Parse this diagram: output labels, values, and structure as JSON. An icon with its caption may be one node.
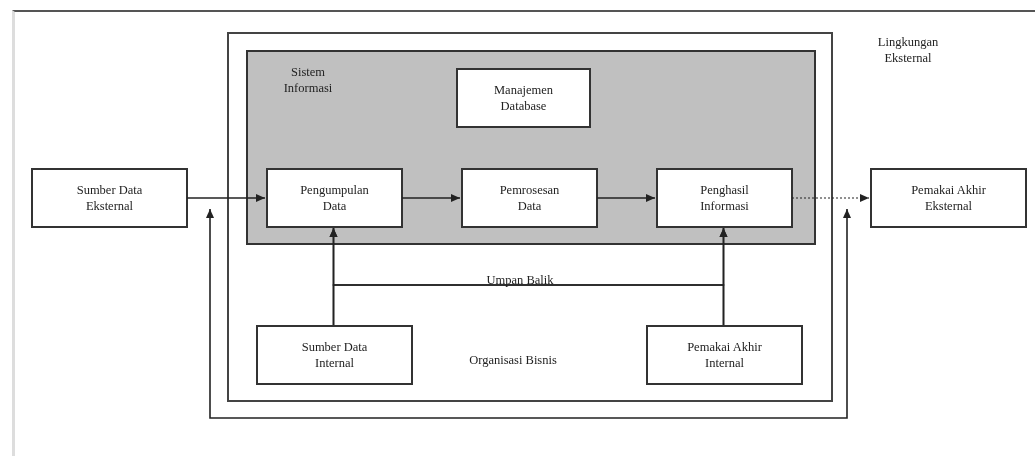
{
  "diagram": {
    "nodes": [
      {
        "text": [
          "Lingkungan Eksternal"
        ]
      },
      {
        "text": [
          "Organisasi Bisnis"
        ],
        "in": 0
      },
      {
        "text": [
          "Sistem Informasi"
        ],
        "in": 1
      },
      {
        "text": [
          "Manajemen Database"
        ],
        "in": 2
      },
      {
        "text": [
          "Pengumpulan Data"
        ],
        "in": 2
      },
      {
        "text": [
          "Pemrosesan Data"
        ],
        "in": 2
      },
      {
        "text": [
          "Penghasil Informasi"
        ],
        "in": 2
      },
      {
        "text": [
          "Sumber Data Eksternal"
        ],
        "in": 0
      },
      {
        "text": [
          "Pemakai Akhir Eksternal"
        ],
        "in": 0
      },
      {
        "text": [
          "Sumber Data Internal"
        ],
        "in": 1
      },
      {
        "text": [
          "Pemakai Akhir Internal"
        ],
        "in": 1
      }
    ],
    "edges": [
      {
        "from": 7,
        "to": 4,
        "arrow": "to"
      },
      {
        "from": 4,
        "to": 5,
        "arrow": "to"
      },
      {
        "from": 5,
        "to": 6,
        "arrow": "to"
      },
      {
        "from": 6,
        "to": 8,
        "arrow": "to",
        "style": "dashed"
      },
      {
        "from": 9,
        "to": 4,
        "arrow": "to"
      },
      {
        "from": 9,
        "to": 6,
        "arrow": "to"
      },
      {
        "from": 10,
        "to": 4,
        "arrow": "to"
      },
      {
        "from": 10,
        "to": 6,
        "arrow": "to"
      }
    ],
    "labels": [
      "Umpan Balik"
    ]
  }
}
